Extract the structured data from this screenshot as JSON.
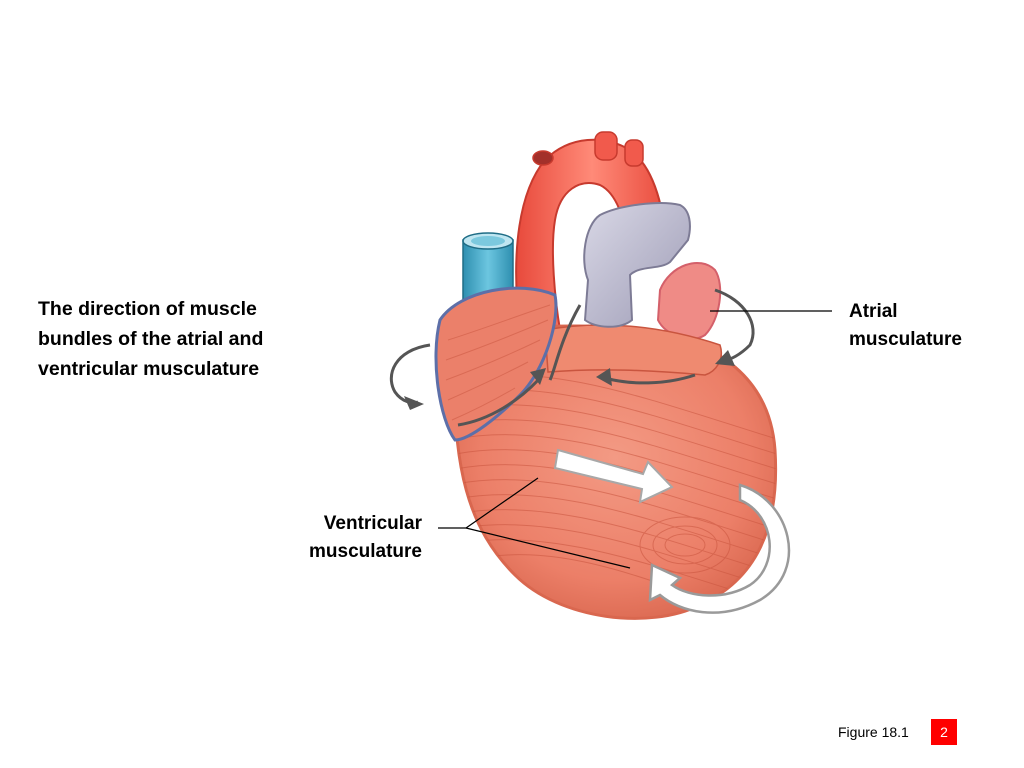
{
  "colors": {
    "background": "#ffffff",
    "muscle": "#ec7f68",
    "muscle_dark": "#c9553f",
    "aorta": "#f15a4c",
    "vena_cava": "#3aa6c7",
    "pulmonary": "#b8b6cc",
    "arrow": "#555555",
    "slide_number_bg": "#ff0000"
  },
  "title": {
    "lines": [
      "The direction of muscle",
      "bundles of the atrial and",
      "ventricular musculature"
    ]
  },
  "labels": {
    "atrial": [
      "Atrial",
      "musculature"
    ],
    "ventricular": [
      "Ventricular",
      "musculature"
    ]
  },
  "caption": "Figure 18.1",
  "slide_number": "2"
}
